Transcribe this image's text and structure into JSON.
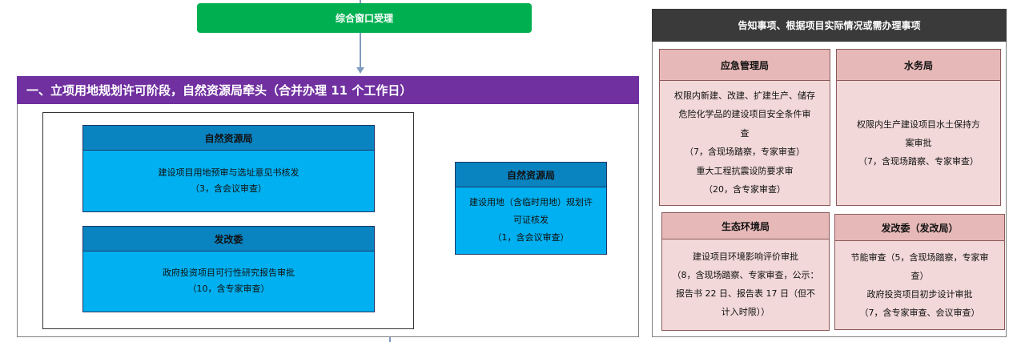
{
  "top_node": {
    "label": "综合窗口受理"
  },
  "phase": {
    "title": "一、立项用地规划许可阶段，自然资源局牵头（合并办理 11 个工作日）"
  },
  "boxes": [
    {
      "head": "自然资源局",
      "lines": [
        "建设项目用地预审与选址意见书核发",
        "（3，含会议审查）"
      ]
    },
    {
      "head": "发改委",
      "lines": [
        "政府投资项目可行性研究报告审批",
        "（10，含专家审查）"
      ]
    },
    {
      "head": "自然资源局",
      "lines": [
        "建设用地（含临时用地）规划许",
        "可证核发",
        "（1，含会议审查）"
      ]
    }
  ],
  "notice": {
    "title": "告知事项、根据项目实际情况或需办理事项",
    "items": [
      {
        "head": "应急管理局",
        "lines": [
          "权限内新建、改建、扩建生产、储存",
          "危险化学品的建设项目安全条件审",
          "查",
          "（7，含现场踏察，专家审查）",
          "重大工程抗震设防要求审",
          "（20，含专家审查）"
        ]
      },
      {
        "head": "水务局",
        "lines": [
          "权限内生产建设项目水土保持方",
          "案审批",
          "（7，含现场踏察、专家审查）"
        ]
      },
      {
        "head": "生态环境局",
        "lines": [
          "建设项目环境影响评价审批",
          "（8，含现场踏察、专家审查，公示：",
          "报告书 22 日、报告表 17 日（但不",
          "计入时限））"
        ]
      },
      {
        "head": "发改委（发改局）",
        "lines": [
          "节能审查（5，含现场踏察，专家审",
          "查）",
          "政府投资项目初步设计审批",
          "（7，含专家审查、会议审查）"
        ]
      }
    ]
  },
  "colors": {
    "green": "#00b050",
    "purple": "#7030a0",
    "blue": "#00b0f0",
    "blue_head": "#0a83c1",
    "pink": "#f2d8d8",
    "pink_head": "#e6b9b8",
    "dark": "#3a3a3a"
  }
}
